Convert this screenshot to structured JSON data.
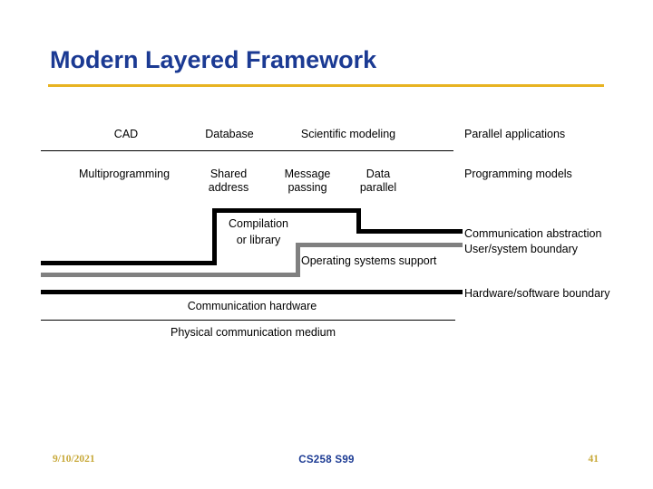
{
  "slide": {
    "title": "Modern Layered Framework",
    "title_color": "#1b3a93",
    "accent_rule_color": "#e8b321",
    "background_color": "#ffffff"
  },
  "diagram": {
    "applications_row": [
      {
        "label": "CAD"
      },
      {
        "label": "Database"
      },
      {
        "label": "Scientific modeling"
      },
      {
        "label": "Parallel applications"
      }
    ],
    "programming_models_row": [
      {
        "label": "Multiprogramming"
      },
      {
        "label_line1": "Shared",
        "label_line2": "address"
      },
      {
        "label_line1": "Message",
        "label_line2": "passing"
      },
      {
        "label_line1": "Data",
        "label_line2": "parallel"
      },
      {
        "label": "Programming models"
      }
    ],
    "middle_layers": {
      "compilation_line1": "Compilation",
      "compilation_line2": "or library",
      "os_support": "Operating systems support"
    },
    "boundary_labels": {
      "communication_abstraction": "Communication abstraction",
      "user_system_boundary": "User/system boundary",
      "hardware_software_boundary": "Hardware/software boundary"
    },
    "bottom_layers": {
      "communication_hardware": "Communication hardware",
      "physical_medium": "Physical communication medium"
    },
    "line_colors": {
      "black": "#000000",
      "gray": "#808080"
    }
  },
  "footer": {
    "date": "9/10/2021",
    "course": "CS258 S99",
    "page_number": "41",
    "date_color": "#c8a93a",
    "course_color": "#1b3a93"
  }
}
